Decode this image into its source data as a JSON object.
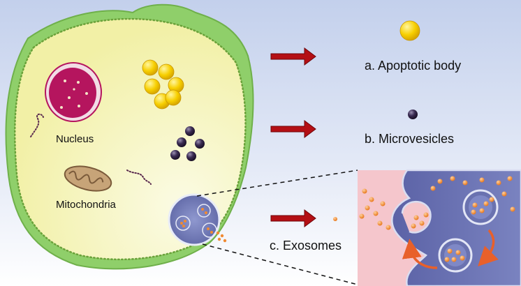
{
  "labels": {
    "nucleus": "Nucleus",
    "mitochondria": "Mitochondria",
    "apoptotic_body": "a. Apoptotic body",
    "microvesicles": "b. Microvesicles",
    "exosomes": "c. Exosomes"
  },
  "colors": {
    "background_top": "#c9d5ee",
    "background_bottom": "#ffffff",
    "cell_outer_green": "#8fcf6a",
    "cell_inner_yellow": "#f7f6bf",
    "membrane_dots": "#7ab53a",
    "nucleus": "#b5155e",
    "apoptotic_yellow": "#f7cf00",
    "microvesicle_dark": "#2c1f3d",
    "arrow_red": "#b40f14",
    "exosome_orange": "#f08a33",
    "inset_pink": "#f5c6cc",
    "inset_blue": "#6e76b4"
  },
  "icons": {
    "arrow": "red-right-arrow",
    "vesicle": "exosome-dot"
  }
}
